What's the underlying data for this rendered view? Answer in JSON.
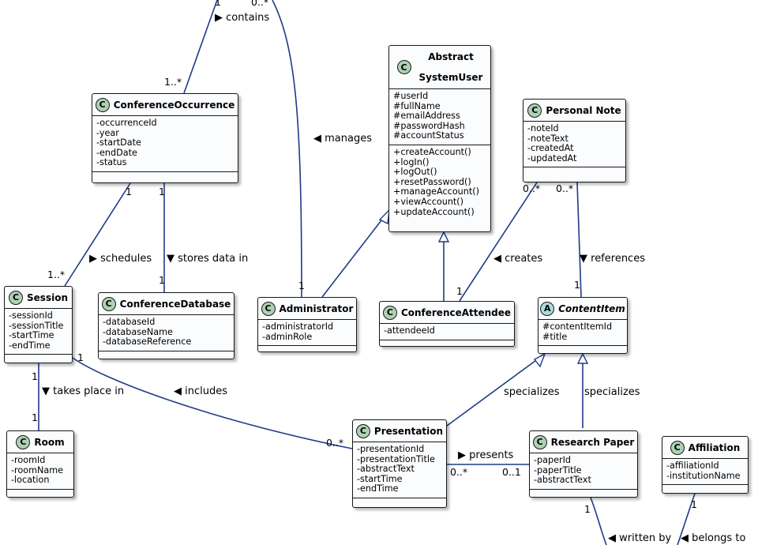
{
  "classes": {
    "conference_occurrence": {
      "badge": "C",
      "name": "ConferenceOccurrence",
      "attributes": [
        "-occurrenceId",
        "-year",
        "-startDate",
        "-endDate",
        "-status"
      ]
    },
    "system_user": {
      "badge": "C",
      "name_line1": "Abstract",
      "name_line2": "SystemUser",
      "attributes": [
        "#userId",
        "#fullName",
        "#emailAddress",
        "#passwordHash",
        "#accountStatus"
      ],
      "methods": [
        "+createAccount()",
        "+logIn()",
        "+logOut()",
        "+resetPassword()",
        "+manageAccount()",
        "+viewAccount()",
        "+updateAccount()"
      ]
    },
    "personal_note": {
      "badge": "C",
      "name": "Personal Note",
      "attributes": [
        "-noteId",
        "-noteText",
        "-createdAt",
        "-updatedAt"
      ]
    },
    "session": {
      "badge": "C",
      "name": "Session",
      "attributes": [
        "-sessionId",
        "-sessionTitle",
        "-startTime",
        "-endTime"
      ]
    },
    "conference_database": {
      "badge": "C",
      "name": "ConferenceDatabase",
      "attributes": [
        "-databaseId",
        "-databaseName",
        "-databaseReference"
      ]
    },
    "administrator": {
      "badge": "C",
      "name": "Administrator",
      "attributes": [
        "-administratorId",
        "-adminRole"
      ]
    },
    "conference_attendee": {
      "badge": "C",
      "name": "ConferenceAttendee",
      "attributes": [
        "-attendeeId"
      ]
    },
    "content_item": {
      "badge": "A",
      "name": "ContentItem",
      "attributes": [
        "#contentItemId",
        "#title"
      ]
    },
    "room": {
      "badge": "C",
      "name": "Room",
      "attributes": [
        "-roomId",
        "-roomName",
        "-location"
      ]
    },
    "presentation": {
      "badge": "C",
      "name": "Presentation",
      "attributes": [
        "-presentationId",
        "-presentationTitle",
        "-abstractText",
        "-startTime",
        "-endTime"
      ]
    },
    "research_paper": {
      "badge": "C",
      "name": "Research Paper",
      "attributes": [
        "-paperId",
        "-paperTitle",
        "-abstractText"
      ]
    },
    "affiliation": {
      "badge": "C",
      "name": "Affiliation",
      "attributes": [
        "-affiliationId",
        "-institutionName"
      ]
    }
  },
  "labels": {
    "contains": "▶ contains",
    "manages": "◀ manages",
    "schedules": "▶ schedules",
    "stores_data_in": "▼ stores data in",
    "creates": "◀ creates",
    "references": "▼ references",
    "takes_place_in": "▼ takes place in",
    "includes": "◀ includes",
    "specializes_1": "specializes",
    "specializes_2": "specializes",
    "presents": "▶ presents",
    "written_by": "◀ written by",
    "belongs_to": "◀ belongs to"
  },
  "multiplicities": {
    "contains_top": "1",
    "manages_top": "0..*",
    "contains_bottom": "1..*",
    "schedules_top": "1",
    "stores_top": "1",
    "schedules_bottom": "1..*",
    "stores_bottom": "1",
    "manages_bottom": "1",
    "creates_top": "0..*",
    "references_top": "0..*",
    "creates_bottom": "1",
    "references_bottom": "1",
    "includes_session": "1",
    "takes_top": "1",
    "takes_bottom": "1",
    "includes_presentation": "0..*",
    "presents_left": "0..*",
    "presents_right": "0..1",
    "written_paper": "1",
    "belongs_affiliation": "1"
  },
  "colors": {
    "line": "#1f3b88",
    "border": "#181818",
    "class_fill": "#fbfcfe",
    "badge_class": "#add1b2",
    "badge_abstract": "#a9dcdf"
  }
}
